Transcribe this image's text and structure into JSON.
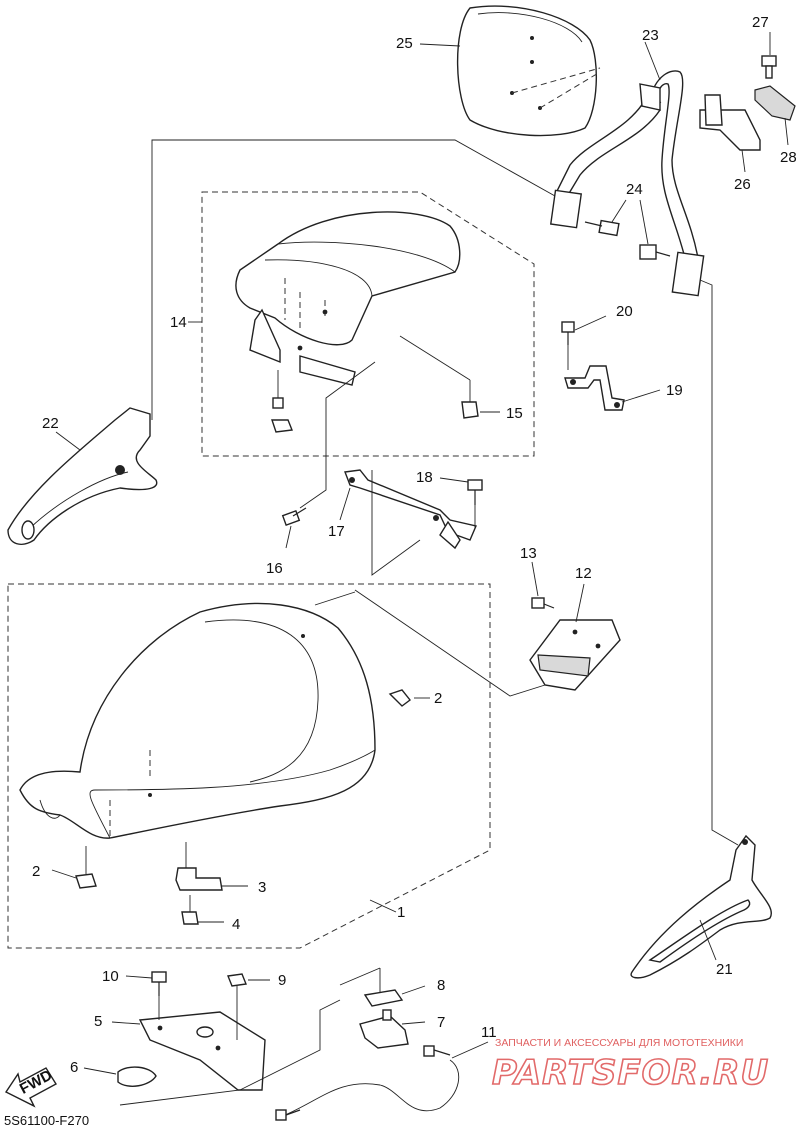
{
  "callouts": [
    {
      "id": "1",
      "text": "1"
    },
    {
      "id": "2a",
      "text": "2"
    },
    {
      "id": "2b",
      "text": "2"
    },
    {
      "id": "3",
      "text": "3"
    },
    {
      "id": "4",
      "text": "4"
    },
    {
      "id": "5",
      "text": "5"
    },
    {
      "id": "6",
      "text": "6"
    },
    {
      "id": "7",
      "text": "7"
    },
    {
      "id": "8",
      "text": "8"
    },
    {
      "id": "9",
      "text": "9"
    },
    {
      "id": "10",
      "text": "10"
    },
    {
      "id": "11",
      "text": "11"
    },
    {
      "id": "12",
      "text": "12"
    },
    {
      "id": "13",
      "text": "13"
    },
    {
      "id": "14",
      "text": "14"
    },
    {
      "id": "15",
      "text": "15"
    },
    {
      "id": "16",
      "text": "16"
    },
    {
      "id": "17",
      "text": "17"
    },
    {
      "id": "18",
      "text": "18"
    },
    {
      "id": "19",
      "text": "19"
    },
    {
      "id": "20",
      "text": "20"
    },
    {
      "id": "21",
      "text": "21"
    },
    {
      "id": "22",
      "text": "22"
    },
    {
      "id": "23",
      "text": "23"
    },
    {
      "id": "24",
      "text": "24"
    },
    {
      "id": "25",
      "text": "25"
    },
    {
      "id": "26",
      "text": "26"
    },
    {
      "id": "27",
      "text": "27"
    },
    {
      "id": "28",
      "text": "28"
    }
  ],
  "fwd_label": "FWD",
  "diagram_code": "5S61100-F270",
  "watermark": {
    "tagline": "ЗАПЧАСТИ И АКСЕССУАРЫ ДЛЯ МОТОТЕХНИКИ",
    "brand": "PARTSFOR.RU"
  }
}
